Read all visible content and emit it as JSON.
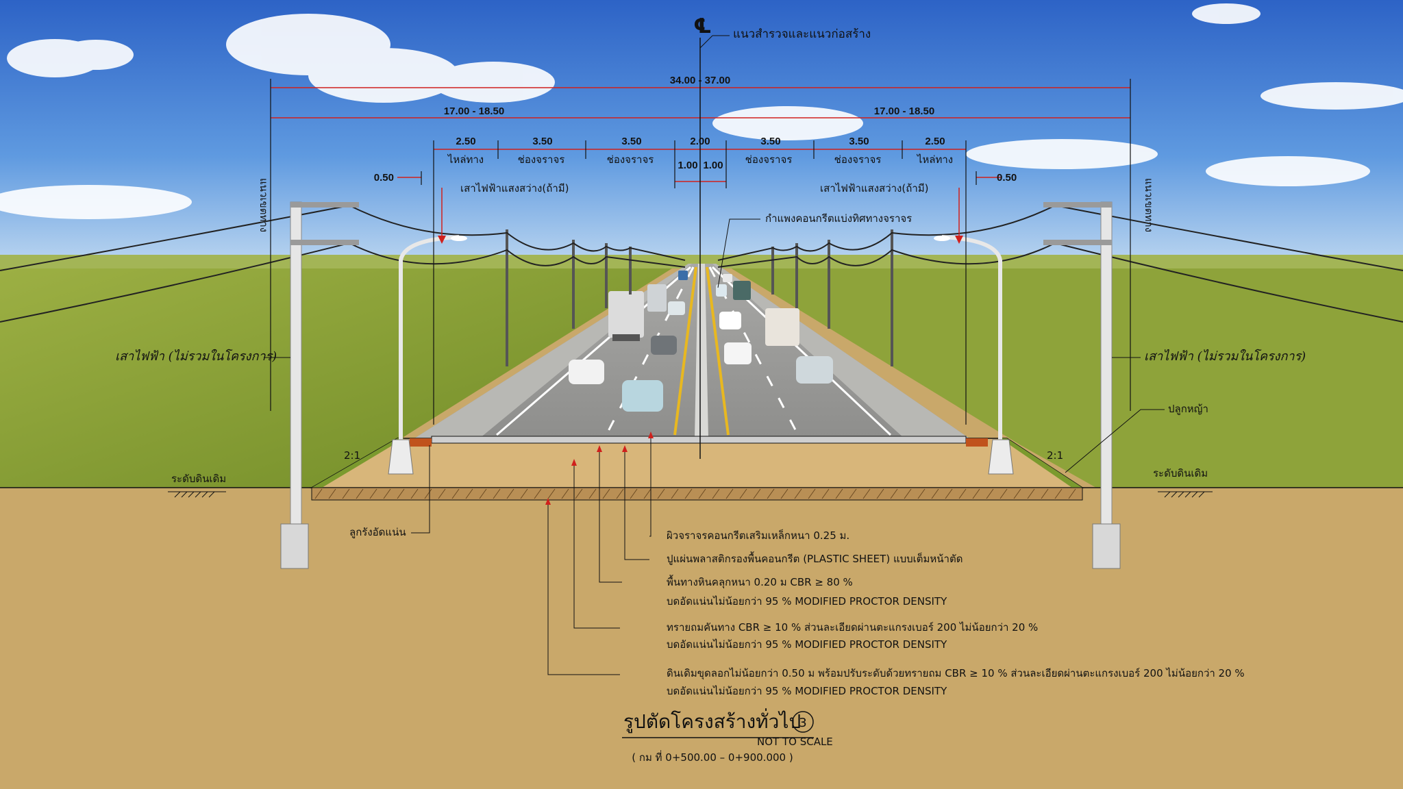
{
  "centerline": {
    "symbol": "℄",
    "label": "แนวสำรวจและแนวก่อสร้าง"
  },
  "dimensions": {
    "total": "34.00 - 37.00",
    "left_half": "17.00 - 18.50",
    "right_half": "17.00 - 18.50",
    "lanes_left": [
      {
        "width": "2.50",
        "name": "ไหล่ทาง"
      },
      {
        "width": "3.50",
        "name": "ช่องจราจร"
      },
      {
        "width": "3.50",
        "name": "ช่องจราจร"
      }
    ],
    "median": {
      "width": "2.00",
      "left": "1.00",
      "right": "1.00"
    },
    "lanes_right": [
      {
        "width": "3.50",
        "name": "ช่องจราจร"
      },
      {
        "width": "3.50",
        "name": "ช่องจราจร"
      },
      {
        "width": "2.50",
        "name": "ไหล่ทาง"
      }
    ],
    "offset_left": "0.50",
    "offset_right": "0.50"
  },
  "labels": {
    "street_light_left": "เสาไฟฟ้าแสงสว่าง(ถ้ามี)",
    "street_light_right": "เสาไฟฟ้าแสงสว่าง(ถ้ามี)",
    "median_barrier": "กำแพงคอนกรีตแบ่งทิศทางจราจร",
    "row_left": "แนวเขตทาง",
    "row_right": "แนวเขตทาง",
    "power_pole_left": "เสาไฟฟ้า (ไม่รวมในโครงการ)",
    "power_pole_right": "เสาไฟฟ้า (ไม่รวมในโครงการ)",
    "grass": "ปลูกหญ้า",
    "ground_left": "ระดับดินเดิม",
    "ground_right": "ระดับดินเดิม",
    "compacted_laterite": "ลูกรังอัดแน่น",
    "slope_left": "2:1",
    "slope_right": "2:1"
  },
  "layer_notes": [
    {
      "line1": "ผิวจราจรคอนกรีตเสริมเหล็กหนา 0.25 ม.",
      "line2": ""
    },
    {
      "line1": "ปูแผ่นพลาสติกรองพื้นคอนกรีต (PLASTIC SHEET) แบบเต็มหน้าตัด",
      "line2": ""
    },
    {
      "line1": "พื้นทางหินคลุกหนา 0.20 ม CBR ≥ 80 %",
      "line2": "บดอัดแน่นไม่น้อยกว่า 95 % MODIFIED PROCTOR DENSITY"
    },
    {
      "line1": "ทรายถมคันทาง CBR ≥ 10 % ส่วนละเอียดผ่านตะแกรงเบอร์ 200 ไม่น้อยกว่า 20 %",
      "line2": "บดอัดแน่นไม่น้อยกว่า 95 % MODIFIED PROCTOR DENSITY"
    },
    {
      "line1": "ดินเดิมขุดลอกไม่น้อยกว่า 0.50 ม พร้อมปรับระดับด้วยทรายถม CBR ≥ 10 % ส่วนละเอียดผ่านตะแกรงเบอร์ 200 ไม่น้อยกว่า 20 %",
      "line2": "บดอัดแน่นไม่น้อยกว่า 95 % MODIFIED PROCTOR DENSITY"
    }
  ],
  "title": {
    "main": "รูปตัดโครงสร้างทั่วไป",
    "number": "3",
    "scale_note": "NOT TO SCALE",
    "station": "( กม ที่ 0+500.00 – 0+900.000 )"
  },
  "colors": {
    "sky_top": "#2f6fd0",
    "grass": "#8ea33a",
    "soil": "#c9a86a",
    "road": "#9a9a98",
    "dim_red": "#d0201c"
  }
}
